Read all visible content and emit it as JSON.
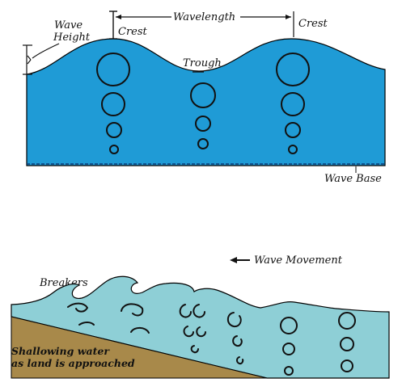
{
  "colors": {
    "deep_water": "#1f9bd6",
    "shallow_water": "#8ecfd6",
    "land": "#a8894a",
    "orbit_stroke": "#111111",
    "background": "#ffffff"
  },
  "deep_diagram": {
    "wave_height_label_line1": "Wave",
    "wave_height_label_line2": "Height",
    "crest_left_label": "Crest",
    "crest_right_label": "Crest",
    "wavelength_label": "Wavelength",
    "trough_label": "Trough",
    "wave_base_label": "Wave Base"
  },
  "shallow_diagram": {
    "wave_movement_label": "Wave Movement",
    "wave_movement_arrow_icon": "arrow-left-icon",
    "breakers_label": "Breakers",
    "shore_label_line1": "Shallowing water",
    "shore_label_line2": "as land is approached"
  },
  "icons": {
    "orbit": "circular-orbit-arrow-icon"
  }
}
